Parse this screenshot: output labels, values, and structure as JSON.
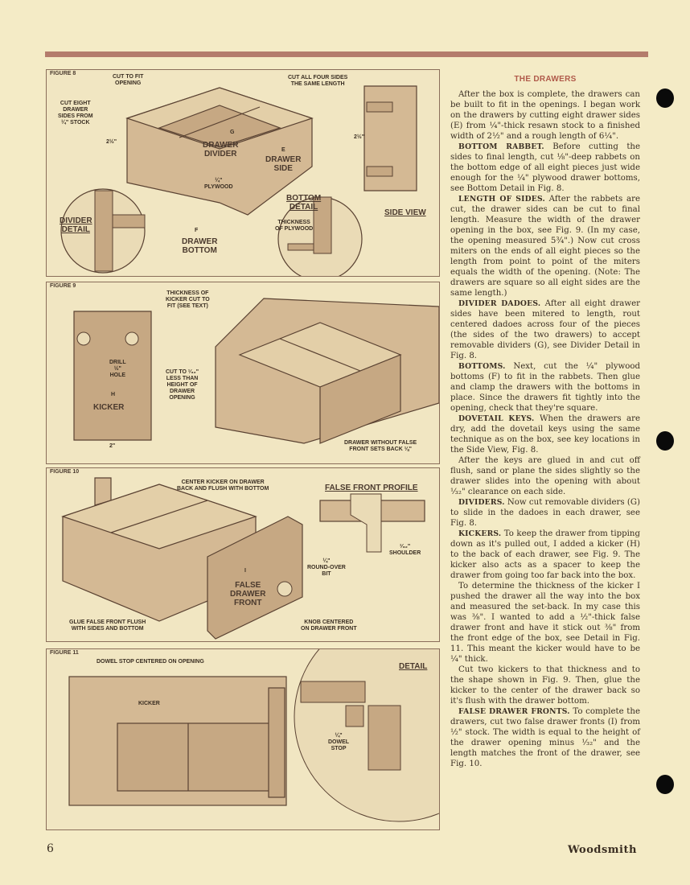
{
  "page_number": "6",
  "brand": "Woodsmith",
  "figures": [
    {
      "label": "FIGURE 8",
      "callouts": {
        "cut_to_fit": "CUT TO FIT\nOPENING",
        "cut_all_four": "CUT ALL FOUR SIDES\nTHE SAME LENGTH",
        "cut_eight": "CUT EIGHT\nDRAWER\nSIDES FROM\n¼\" STOCK",
        "dim_left": "2½\"",
        "dim_right": "2½\"",
        "drawer_divider": "DRAWER\nDIVIDER",
        "drawer_side": "DRAWER\nSIDE",
        "ply": "¼\"\nPLYWOOD",
        "drawer_bottom": "DRAWER\nBOTTOM",
        "bottom_detail": "BOTTOM\nDETAIL",
        "thickness_ply": "THICKNESS\nOF PLYWOOD",
        "divider_detail": "DIVIDER\nDETAIL",
        "side_view": "SIDE VIEW",
        "marker_g": "G",
        "marker_e": "E",
        "marker_f": "F"
      }
    },
    {
      "label": "FIGURE 9",
      "callouts": {
        "thickness_kicker": "THICKNESS OF\nKICKER CUT TO\nFIT (SEE TEXT)",
        "drill": "DRILL\n½\"\nHOLE",
        "kicker": "KICKER",
        "cut_to": "CUT TO ¹⁄₃₂\"\nLESS THAN\nHEIGHT OF\nDRAWER\nOPENING",
        "width": "2\"",
        "drawer_without": "DRAWER WITHOUT FALSE\nFRONT SETS BACK ⅛\"",
        "marker_h": "H"
      }
    },
    {
      "label": "FIGURE 10",
      "callouts": {
        "center_kicker": "CENTER KICKER ON DRAWER\nBACK AND FLUSH WITH BOTTOM",
        "false_front_profile": "FALSE FRONT PROFILE",
        "roundover": "¼\"\nROUND-OVER\nBIT",
        "shoulder": "¹⁄₃₂\"\nSHOULDER",
        "false_drawer_front": "FALSE\nDRAWER\nFRONT",
        "glue_false": "GLUE FALSE FRONT FLUSH\nWITH SIDES AND BOTTOM",
        "knob": "KNOB CENTERED\nON DRAWER FRONT",
        "marker_i": "I"
      }
    },
    {
      "label": "FIGURE 11",
      "callouts": {
        "dowel_stop": "DOWEL STOP CENTERED ON OPENING",
        "kicker": "KICKER",
        "detail": "DETAIL",
        "dowel": "¼\"\nDOWEL\nSTOP"
      }
    }
  ],
  "article": {
    "heading": "THE DRAWERS",
    "paragraphs": [
      {
        "kw": "",
        "text": "After the box is complete, the drawers can be built to fit in the openings. I began work on the drawers by cutting eight drawer sides (E) from ¼\"-thick resawn stock to a finished width of 2½\" and a rough length of 6¼\"."
      },
      {
        "kw": "BOTTOM RABBET.",
        "text": " Before cutting the sides to final length, cut ⅛\"-deep rabbets on the bottom edge of all eight pieces just wide enough for the ¼\" plywood drawer bottoms, see Bottom Detail in Fig. 8."
      },
      {
        "kw": "LENGTH OF SIDES.",
        "text": " After the rabbets are cut, the drawer sides can be cut to final length. Measure the width of the drawer opening in the box, see Fig. 9. (In my case, the opening measured 5¾\".) Now cut cross miters on the ends of all eight pieces so the length from point to point of the miters equals the width of the opening. (Note: The drawers are square so all eight sides are the same length.)"
      },
      {
        "kw": "DIVIDER DADOES.",
        "text": " After all eight drawer sides have been mitered to length, rout centered dadoes across four of the pieces (the sides of the two drawers) to accept removable dividers (G), see Divider Detail in Fig. 8."
      },
      {
        "kw": "BOTTOMS.",
        "text": " Next, cut the ¼\" plywood bottoms (F) to fit in the rabbets. Then glue and clamp the drawers with the bottoms in place. Since the drawers fit tightly into the opening, check that they're square."
      },
      {
        "kw": "DOVETAIL KEYS.",
        "text": " When the drawers are dry, add the dovetail keys using the same technique as on the box, see key locations in the Side View, Fig. 8."
      },
      {
        "kw": "",
        "text": "After the keys are glued in and cut off flush, sand or plane the sides slightly so the drawer slides into the opening with about ¹⁄₃₂\" clearance on each side."
      },
      {
        "kw": "DIVIDERS.",
        "text": " Now cut removable dividers (G) to slide in the dadoes in each drawer, see Fig. 8."
      },
      {
        "kw": "KICKERS.",
        "text": " To keep the drawer from tipping down as it's pulled out, I added a kicker (H) to the back of each drawer, see Fig. 9. The kicker also acts as a spacer to keep the drawer from going too far back into the box."
      },
      {
        "kw": "",
        "text": "To determine the thickness of the kicker I pushed the drawer all the way into the box and measured the set-back. In my case this was ⅜\". I wanted to add a ½\"-thick false drawer front and have it stick out ⅜\" from the front edge of the box, see Detail in Fig. 11. This meant the kicker would have to be ¼\" thick."
      },
      {
        "kw": "",
        "text": "Cut two kickers to that thickness and to the shape shown in Fig. 9. Then, glue the kicker to the center of the drawer back so it's flush with the drawer bottom."
      },
      {
        "kw": "FALSE DRAWER FRONTS.",
        "text": " To complete the drawers, cut two false drawer fronts (I) from ½\" stock. The width is equal to the height of the drawer opening minus ¹⁄₃₂\" and the length matches the front of the drawer, see Fig. 10."
      }
    ]
  }
}
